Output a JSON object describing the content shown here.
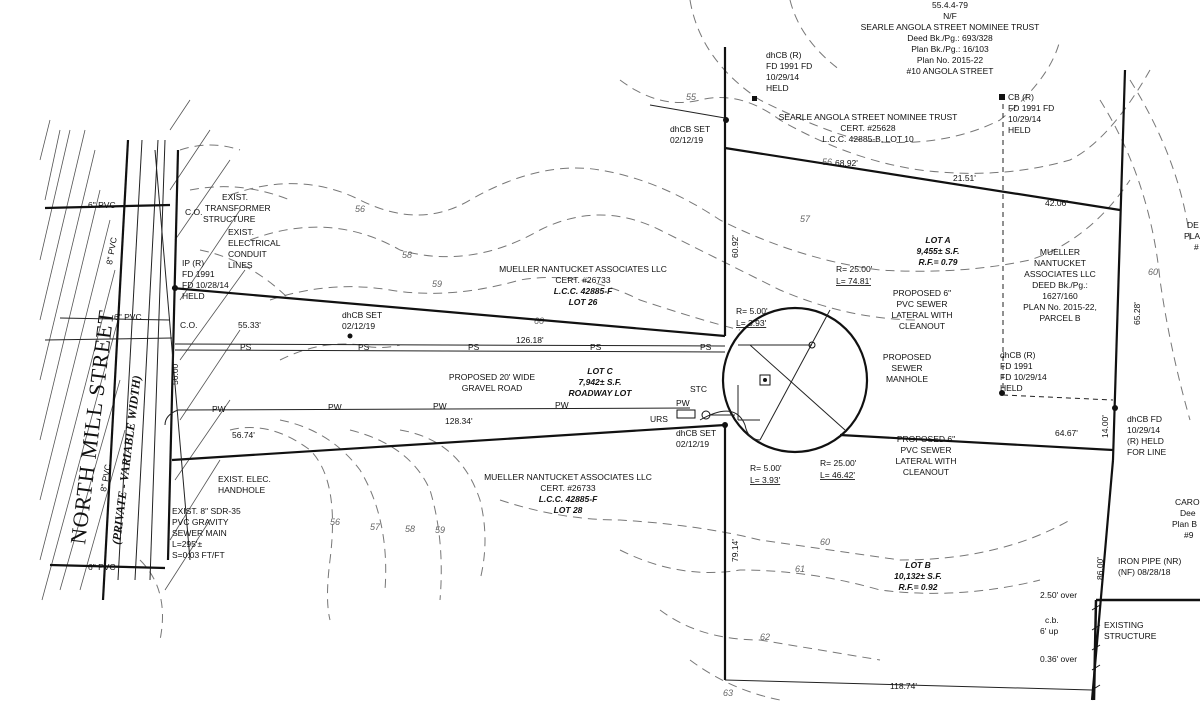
{
  "street": {
    "name": "NORTH MILL STREET",
    "sub": "(PRIVATE - VARIABLE WIDTH)"
  },
  "abutters": {
    "searle_top": [
      "55.4.4-79",
      "N/F",
      "SEARLE ANGOLA STREET NOMINEE TRUST",
      "Deed Bk./Pg.: 693/328",
      "Plan Bk./Pg.: 16/103",
      "Plan No. 2015-22",
      "#10 ANGOLA STREET"
    ],
    "searle_cert": [
      "SEARLE ANGOLA STREET NOMINEE TRUST",
      "CERT. #25628",
      "L.C.C. 42885-B, LOT 10"
    ],
    "mueller_26": [
      "MUELLER NANTUCKET ASSOCIATES LLC",
      "CERT. #26733"
    ],
    "mueller_26_lot": [
      "L.C.C. 42885-F",
      "LOT 26"
    ],
    "mueller_28": [
      "MUELLER NANTUCKET ASSOCIATES LLC",
      "CERT. #26733"
    ],
    "mueller_28_lot": [
      "L.C.C. 42885-F",
      "LOT 28"
    ],
    "mueller_right": [
      "MUELLER",
      "NANTUCKET",
      "ASSOCIATES LLC",
      "DEED Bk./Pg.:",
      "1627/160",
      "PLAN No. 2015-22,",
      "PARCEL B"
    ],
    "caro": [
      "CARO",
      "Dee",
      "Plan B",
      "#9"
    ],
    "de": [
      "DE",
      "PLA",
      "#"
    ]
  },
  "lots": {
    "lot_a": [
      "LOT A",
      "9,455± S.F.",
      "R.F.= 0.79"
    ],
    "lot_b": [
      "LOT B",
      "10,132± S.F.",
      "R.F.= 0.92"
    ],
    "lot_c": [
      "LOT C",
      "7,942± S.F.",
      "ROADWAY LOT"
    ]
  },
  "monuments": {
    "dhcb_top": [
      "dhCB (R)",
      "FD 1991 FD",
      "10/29/14",
      "HELD"
    ],
    "cb_right": [
      "CB (R)",
      "FD 1991 FD",
      "10/29/14",
      "HELD"
    ],
    "dhcb_set_top": [
      "dhCB SET",
      "02/12/19"
    ],
    "dhcb_set_left": [
      "dhCB SET",
      "02/12/19"
    ],
    "dhcb_set_bottom": [
      "dhCB SET",
      "02/12/19"
    ],
    "ip_left": [
      "IP (R)",
      "FD 1991",
      "FD 10/28/14",
      "HELD"
    ],
    "dhcb_right": [
      "dhCB (R)",
      "FD 1991",
      "FD 10/29/14",
      "HELD"
    ],
    "dhcb_fd": [
      "dhCB FD",
      "10/29/14",
      "(R) HELD",
      "FOR LINE"
    ],
    "iron_pipe": [
      "IRON PIPE (NR)",
      "(NF) 08/28/18"
    ]
  },
  "curves": {
    "top_left": [
      "R= 5.00'",
      "L= 3.93'"
    ],
    "top_right": [
      "R= 25.00'",
      "L= 74.81'"
    ],
    "bottom_left": [
      "R= 5.00'",
      "L= 3.93'"
    ],
    "bottom_right": [
      "R= 25.00'",
      "L= 46.42'"
    ]
  },
  "distances": {
    "d55_33": "55.33'",
    "d126_18": "126.18'",
    "d128_34": "128.34'",
    "d56_74": "56.74'",
    "d60_92": "60.92'",
    "d68_92": "68.92'",
    "d21_51": "21.51'",
    "d42_06": "42.06'",
    "d65_28": "65.28'",
    "d64_67": "64.67'",
    "d14_00": "14.00'",
    "d79_14": "79.14'",
    "d86_00": "86.00'",
    "d118_74": "118.74'",
    "d56_00": "56.00'"
  },
  "utilities": {
    "ps": "PS",
    "pw": "PW",
    "stc": "STC",
    "urs": "URS",
    "co": "C.O.",
    "gravel_road": [
      "PROPOSED 20' WIDE",
      "GRAVEL ROAD"
    ],
    "sewer_lateral_top": [
      "PROPOSED 6\"",
      "PVC SEWER",
      "LATERAL WITH",
      "CLEANOUT"
    ],
    "sewer_lateral_bottom": [
      "PROPOSED 6\"",
      "PVC SEWER",
      "LATERAL WITH",
      "CLEANOUT"
    ],
    "sewer_manhole": [
      "PROPOSED",
      "SEWER",
      "MANHOLE"
    ],
    "transformer": [
      "EXIST.",
      "TRANSFORMER",
      "STRUCTURE"
    ],
    "conduit": [
      "EXIST.",
      "ELECTRICAL",
      "CONDUIT",
      "LINES"
    ],
    "handhole": [
      "EXIST. ELEC.",
      "HANDHOLE"
    ],
    "sewer_main": [
      "EXIST. 8\" SDR-35",
      "PVC GRAVITY",
      "SEWER MAIN",
      "L=295'±",
      "S=0.03 FT/FT"
    ],
    "pvc6": "6\" PVC",
    "pvc8": "8\" PVC"
  },
  "structure": {
    "label": [
      "EXISTING",
      "STRUCTURE"
    ],
    "over1": "2.50' over",
    "cb_up": [
      "c.b.",
      "6' up"
    ],
    "over2": "0.36' over"
  },
  "contours": [
    "55",
    "56",
    "56",
    "57",
    "58",
    "59",
    "60",
    "60",
    "61",
    "62",
    "63",
    "56",
    "57",
    "58",
    "59",
    "60"
  ]
}
